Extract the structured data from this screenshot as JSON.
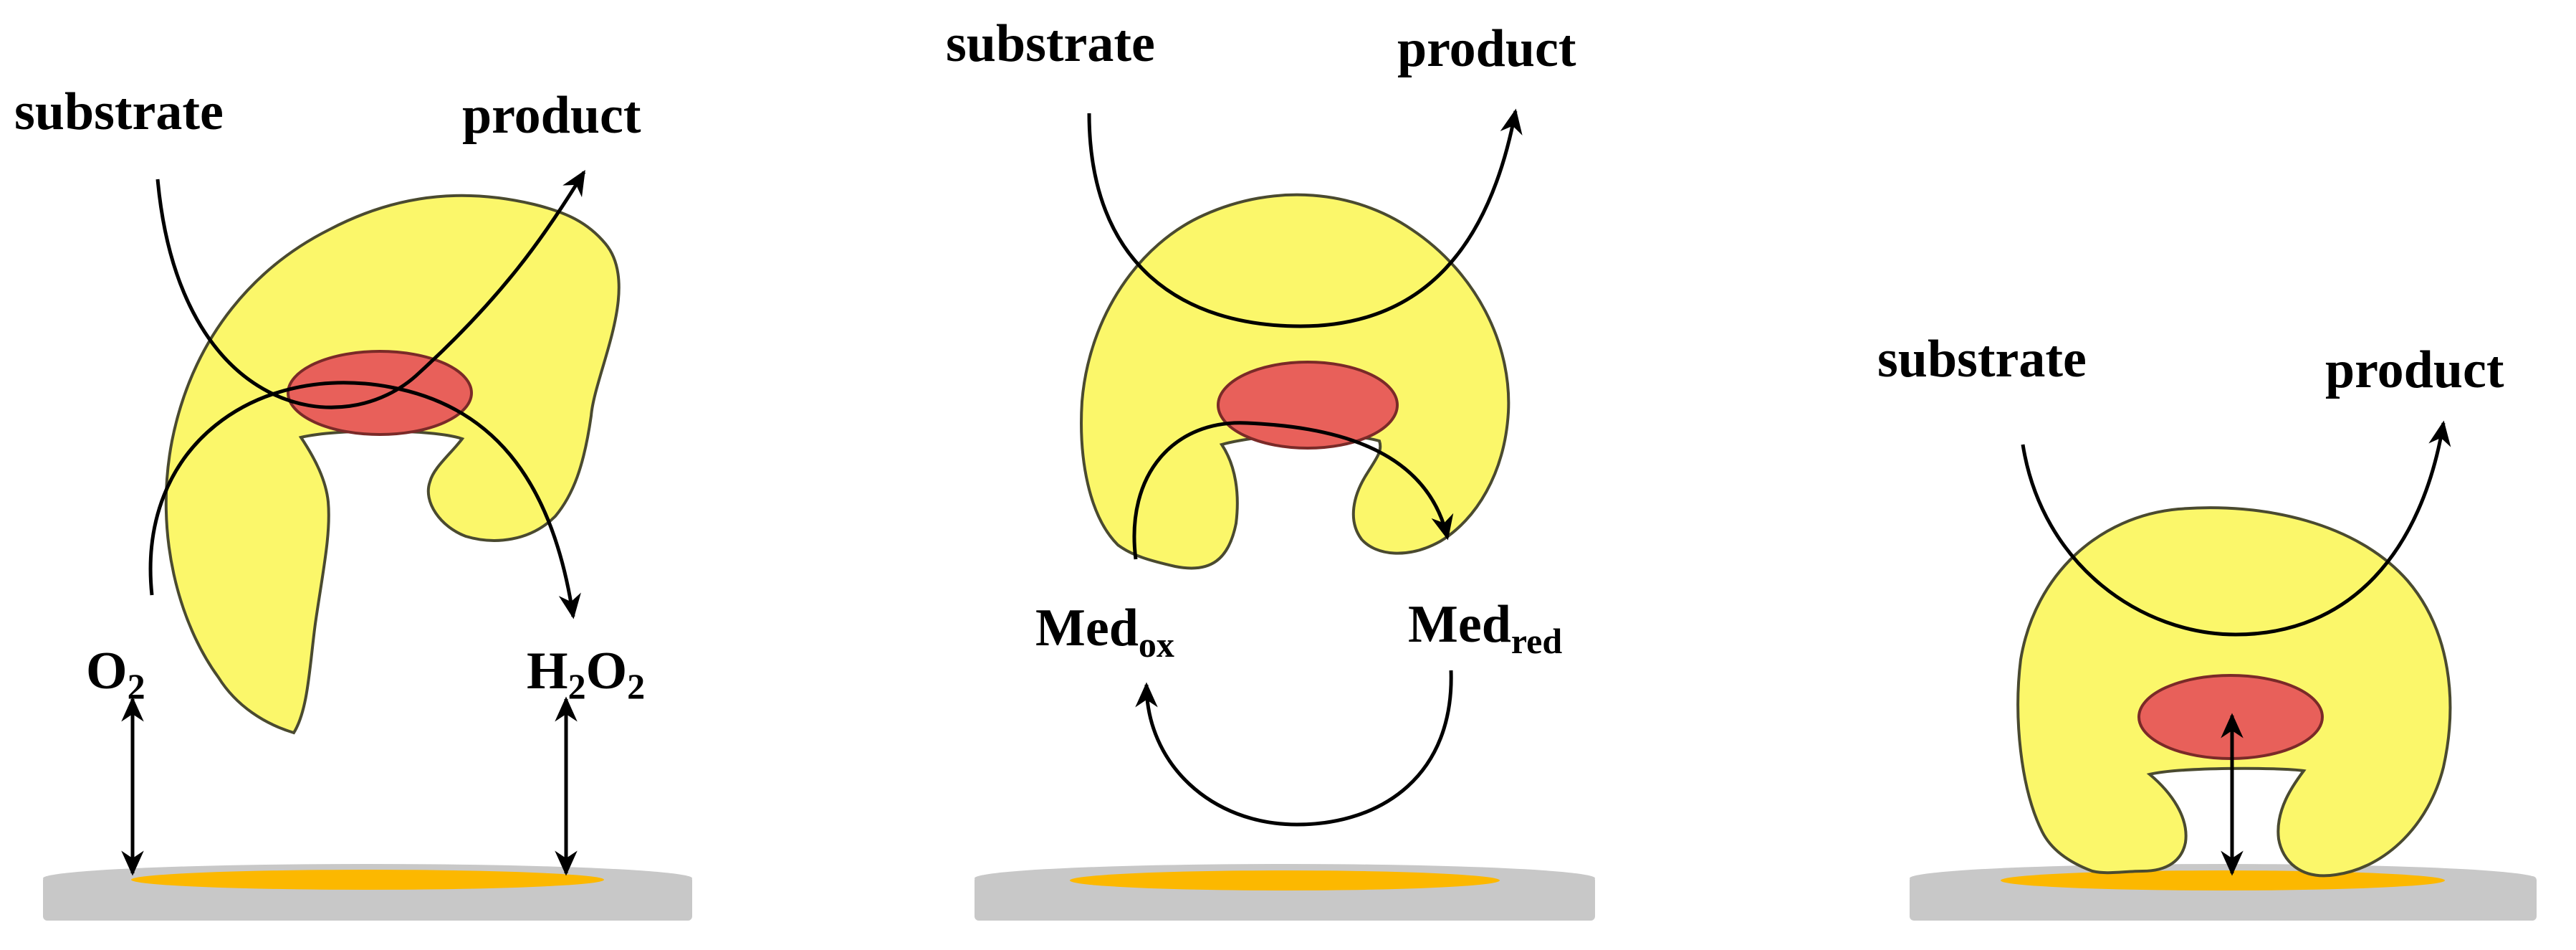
{
  "colors": {
    "enzyme": "#fbf76a",
    "active_site": "#e8605a",
    "electrode_disc": "#c8c8c8",
    "electrode_surface": "#fcb800",
    "arrow": "#000000"
  },
  "panel1": {
    "substrate": "substrate",
    "product": "product",
    "o2_base": "O",
    "o2_sub": "2",
    "h2o2_h": "H",
    "h2o2_sub1": "2",
    "h2o2_o": "O",
    "h2o2_sub2": "2"
  },
  "panel2": {
    "substrate": "substrate",
    "product": "product",
    "medox_base": "Med",
    "medox_sub": "ox",
    "medred_base": "Med",
    "medred_sub": "red"
  },
  "panel3": {
    "substrate": "substrate",
    "product": "product"
  }
}
